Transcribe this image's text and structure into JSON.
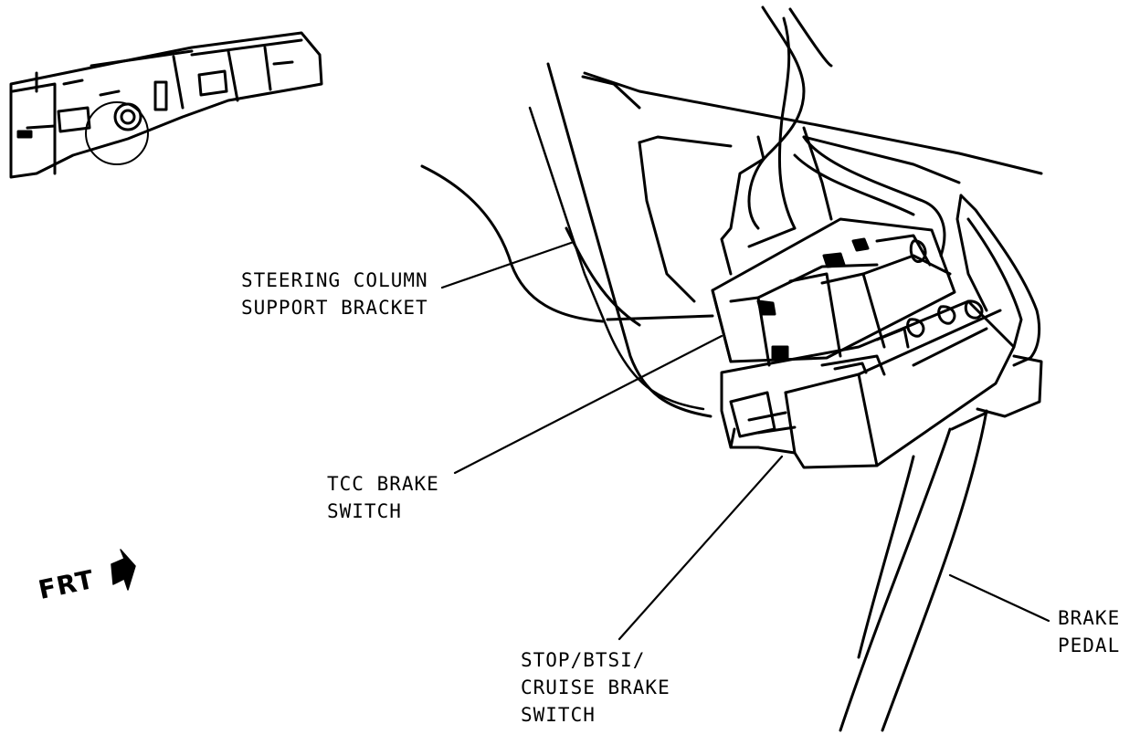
{
  "labels": {
    "steering_bracket": [
      "STEERING COLUMN",
      "SUPPORT BRACKET"
    ],
    "tcc_switch": [
      "TCC BRAKE",
      "SWITCH"
    ],
    "stop_switch": [
      "STOP/BTSI/",
      "CRUISE BRAKE",
      "SWITCH"
    ],
    "brake_pedal": [
      "BRAKE",
      "PEDAL"
    ]
  },
  "orientation": {
    "text": "FRT",
    "icon": "front-arrow-icon"
  },
  "colors": {
    "ink": "#000000",
    "paper": "#ffffff"
  }
}
